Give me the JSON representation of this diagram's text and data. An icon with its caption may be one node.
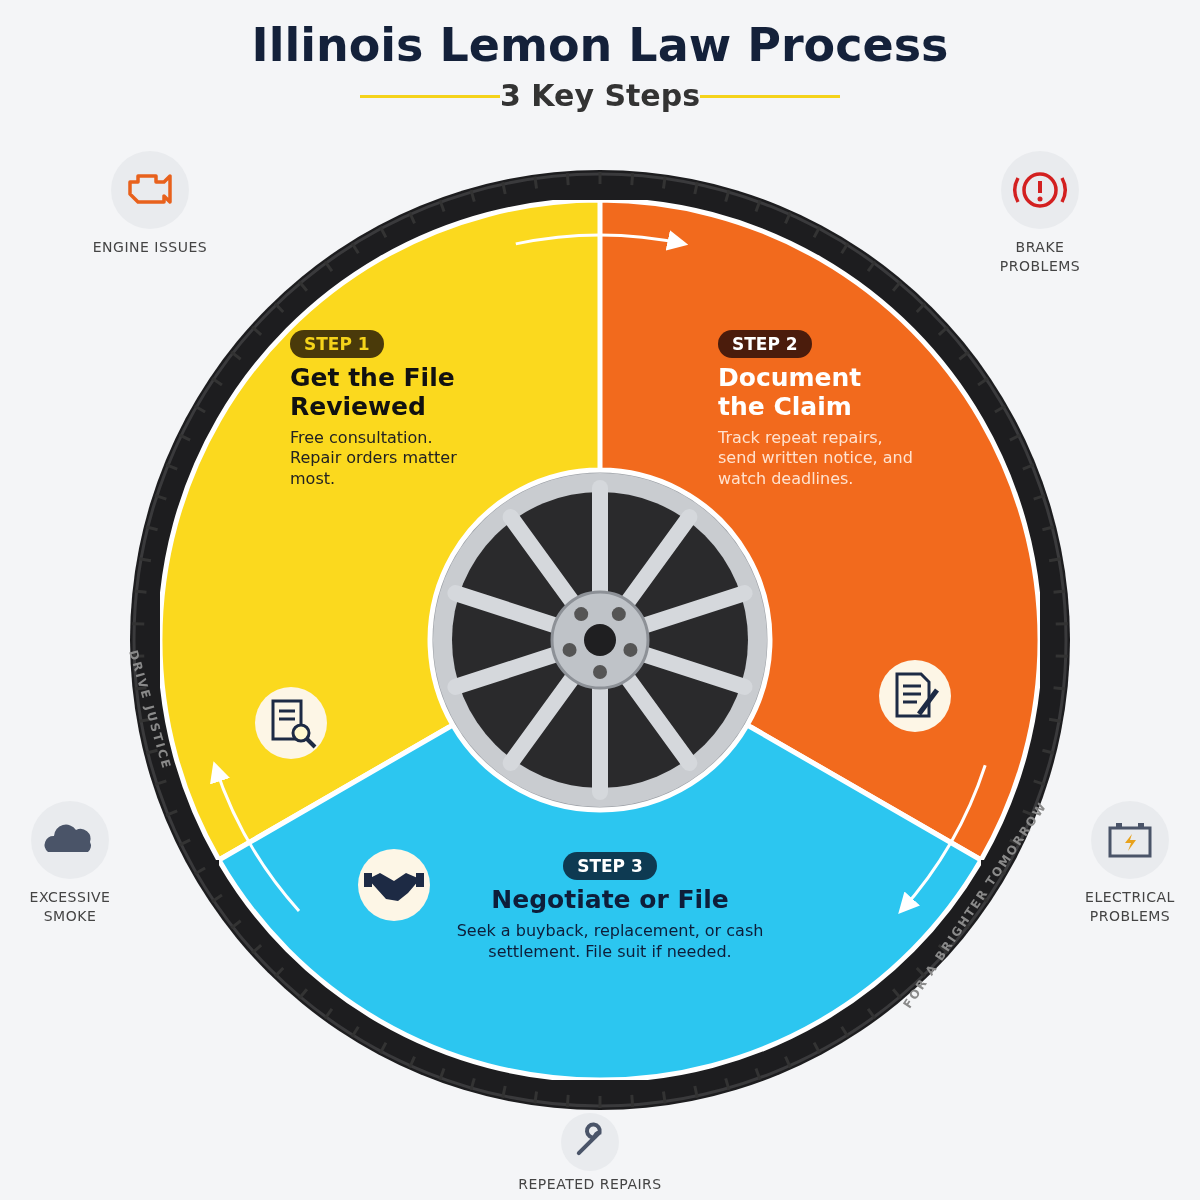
{
  "diagram": {
    "title": "Illinois Lemon Law Process",
    "nodes": [
      {
        "text": [
          "STEP 1",
          "Get the File Reviewed",
          "Free consultation. Repair orders matter most."
        ]
      },
      {
        "text": [
          "STEP 2",
          "Document the Claim",
          "Track repeat repairs, send written notice, and watch deadlines."
        ]
      },
      {
        "text": [
          "STEP 3",
          "Negotiate or File",
          "Seek a buyback, replacement, or cash settlement. File suit if needed."
        ]
      }
    ],
    "edges": [
      {
        "from": 0,
        "to": 1,
        "arrow": "to"
      },
      {
        "from": 1,
        "to": 2,
        "arrow": "to"
      },
      {
        "from": 2,
        "to": 0,
        "arrow": "to"
      }
    ],
    "labels": [
      "3 Key Steps",
      "ENGINE ISSUES",
      "BRAKE PROBLEMS",
      "DRIVE JUSTICE",
      "EXCESSIVE SMOKE",
      "ELECTRICAL PROBLEMS",
      "FOR A BRIGHTER TOMORROW",
      "REPEATED REPAIRS"
    ]
  }
}
